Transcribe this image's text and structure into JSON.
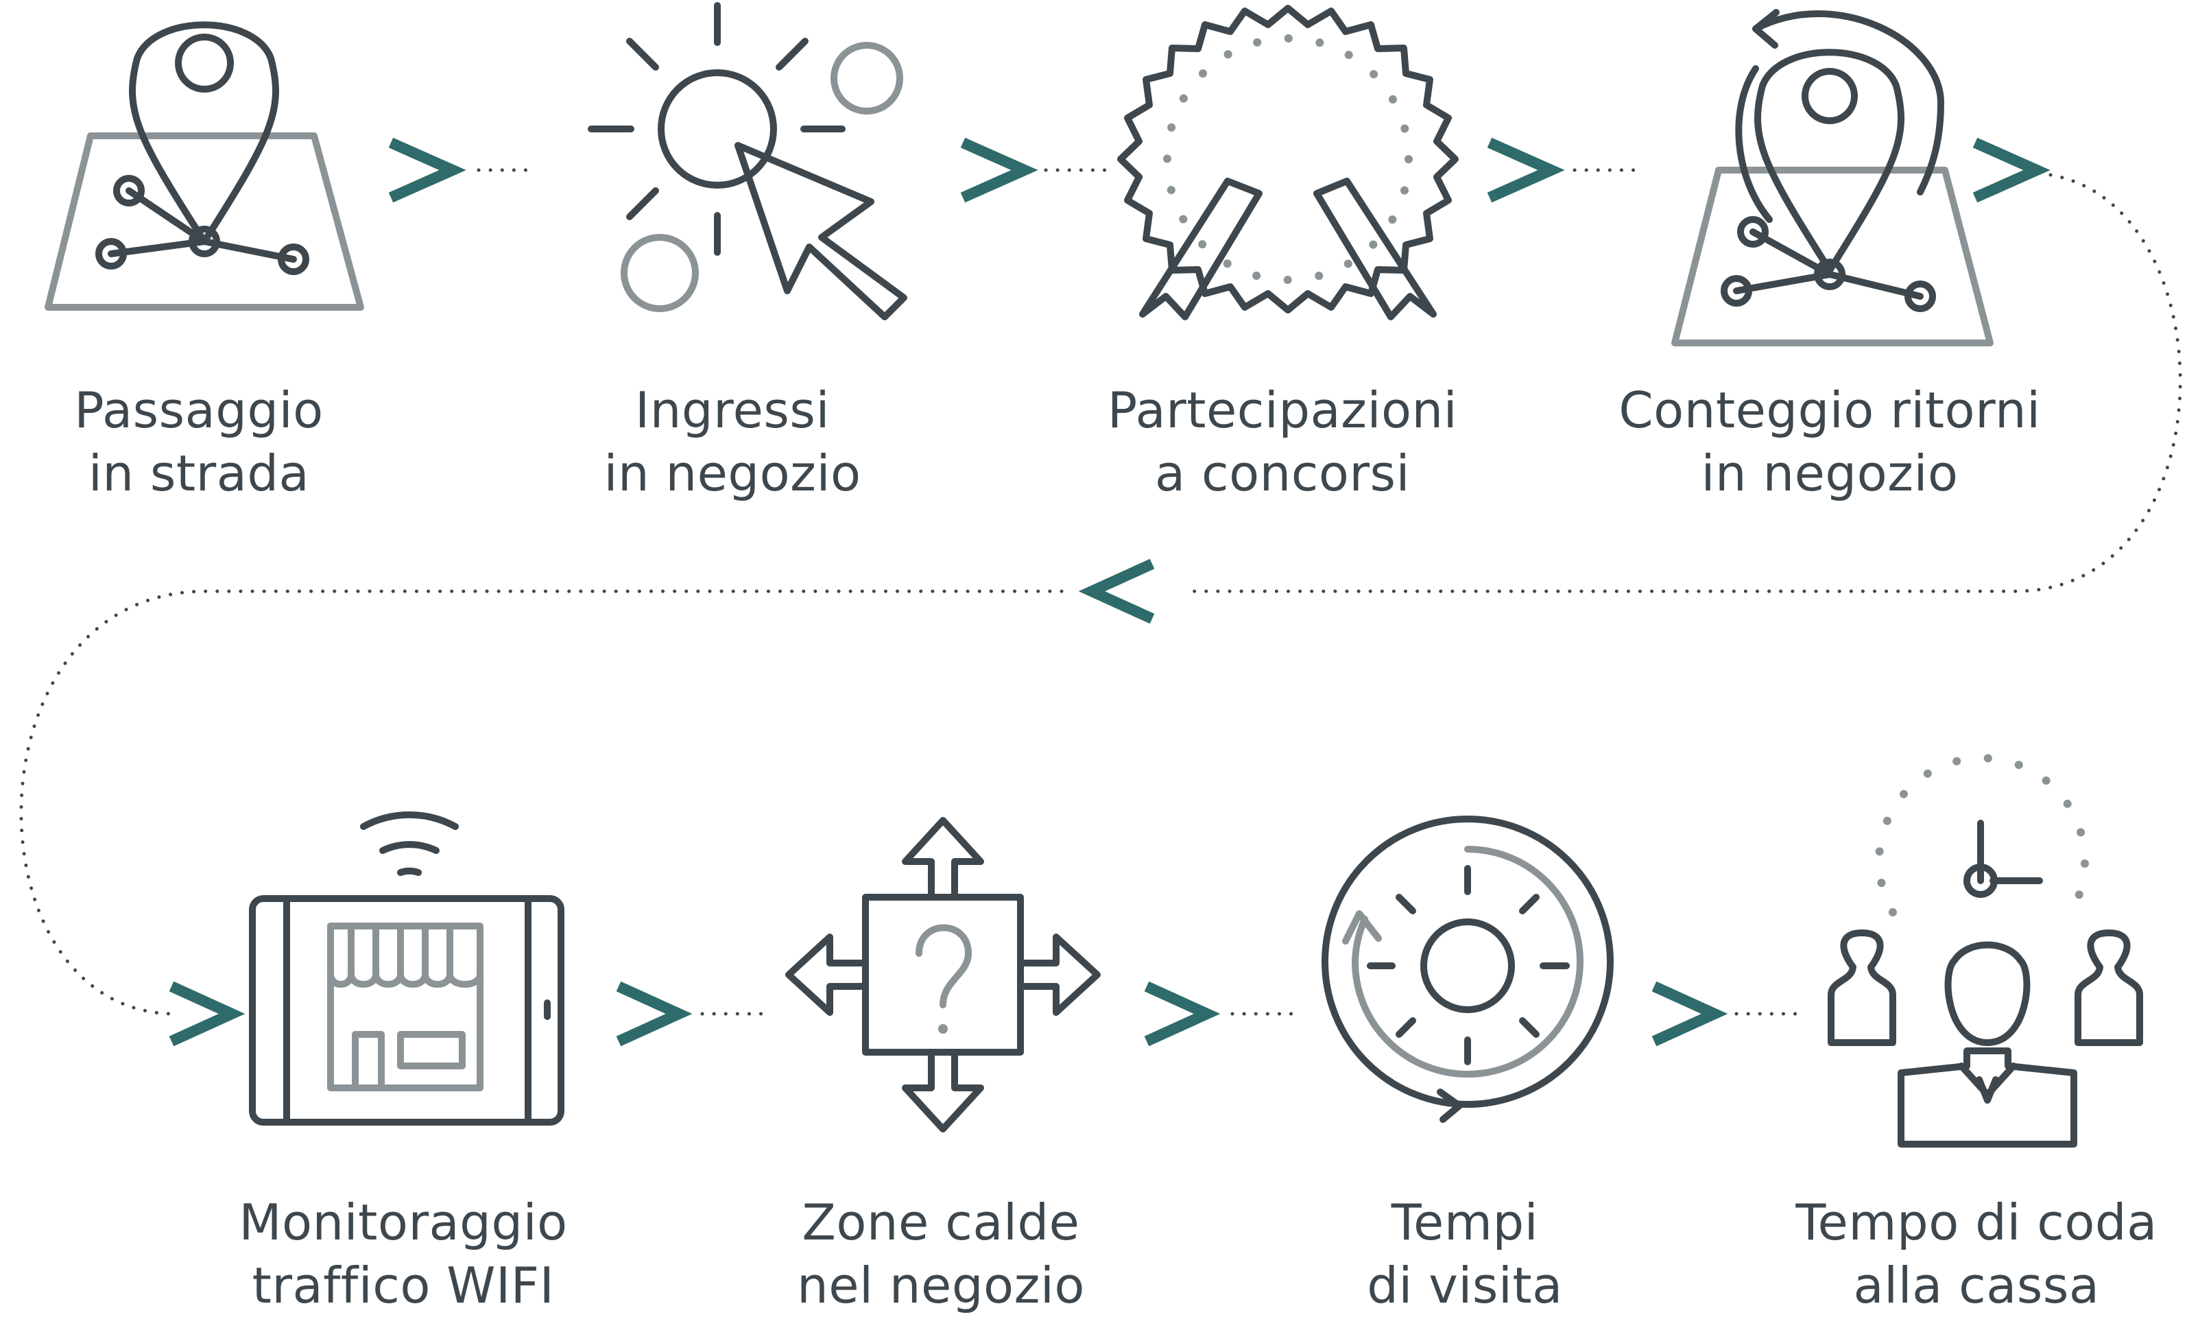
{
  "steps": [
    {
      "icon": "map-pin-icon",
      "line1": "Passaggio",
      "line2": "in strada"
    },
    {
      "icon": "sun-cursor-icon",
      "line1": "Ingressi",
      "line2": "in negozio"
    },
    {
      "icon": "award-ribbon-icon",
      "line1": "Partecipazioni",
      "line2": "a concorsi"
    },
    {
      "icon": "map-pin-return-icon",
      "line1": "Conteggio ritorni",
      "line2": "in negozio"
    },
    {
      "icon": "tablet-wifi-store-icon",
      "line1": "Monitoraggio",
      "line2": "traffico WIFI"
    },
    {
      "icon": "question-arrows-icon",
      "line1": "Zone calde",
      "line2": "nel negozio"
    },
    {
      "icon": "sun-cycle-icon",
      "line1": "Tempi",
      "line2": "di visita"
    },
    {
      "icon": "queue-clock-icon",
      "line1": "Tempo di coda",
      "line2": "alla cassa"
    }
  ],
  "colors": {
    "arrow": "#2f6b6b",
    "icon_dark": "#3e474d",
    "icon_gray": "#8c9396",
    "text": "#3e474d"
  }
}
